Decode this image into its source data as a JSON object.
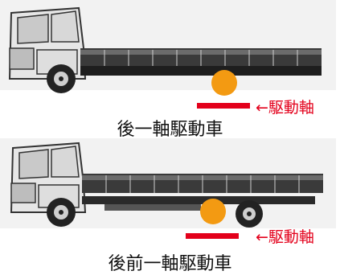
{
  "colors": {
    "accent": "#e3001b",
    "wheel_marker": "#f39a12"
  },
  "diagrams": [
    {
      "caption": "後一軸駆動車",
      "drive_label": "←駆動軸"
    },
    {
      "caption": "後前一軸駆動車",
      "drive_label": "←駆動軸"
    }
  ]
}
